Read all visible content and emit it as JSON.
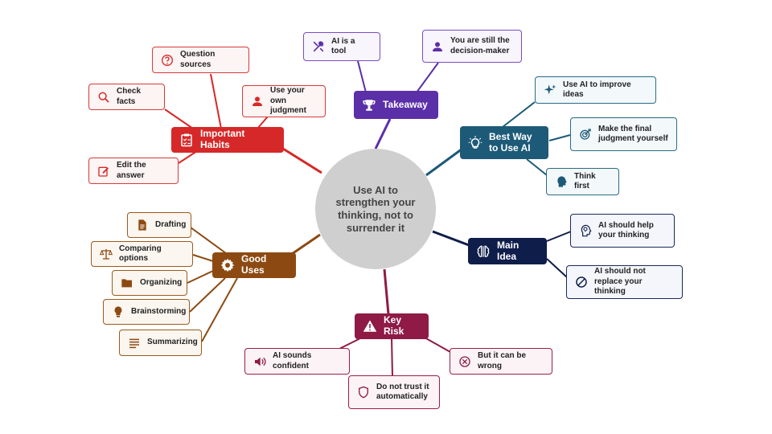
{
  "central_topic": "Use AI to strengthen your thinking, not to surrender it",
  "colors": {
    "takeaway": "#5b2fa8",
    "best_way": "#1d5a78",
    "main_idea": "#0f1d4a",
    "key_risk": "#8e1a45",
    "good_uses": "#8c4a12",
    "important_habits": "#d62828",
    "center": "#cfcfcf"
  },
  "branches": {
    "takeaway": {
      "label": "Takeaway",
      "icon": "trophy-icon",
      "items": [
        {
          "label": "AI is a tool",
          "icon": "tools-icon"
        },
        {
          "label": "You are still the decision-maker",
          "icon": "user-icon"
        }
      ]
    },
    "best_way": {
      "label": "Best Way to Use AI",
      "icon": "lightbulb-icon",
      "items": [
        {
          "label": "Use AI to improve ideas",
          "icon": "sparkle-icon"
        },
        {
          "label": "Make the final judgment yourself",
          "icon": "target-icon"
        },
        {
          "label": "Think first",
          "icon": "head-icon"
        }
      ]
    },
    "main_idea": {
      "label": "Main Idea",
      "icon": "brain-icon",
      "items": [
        {
          "label": "AI should help your thinking",
          "icon": "head-bulb-icon"
        },
        {
          "label": "AI should not replace your thinking",
          "icon": "ban-icon"
        }
      ]
    },
    "key_risk": {
      "label": "Key Risk",
      "icon": "warning-icon",
      "items": [
        {
          "label": "AI sounds confident",
          "icon": "speaker-icon"
        },
        {
          "label": "Do not trust it automatically",
          "icon": "shield-icon"
        },
        {
          "label": "But it can be wrong",
          "icon": "x-circle-icon"
        }
      ]
    },
    "good_uses": {
      "label": "Good Uses",
      "icon": "gear-icon",
      "items": [
        {
          "label": "Drafting",
          "icon": "document-icon"
        },
        {
          "label": "Comparing options",
          "icon": "scale-icon"
        },
        {
          "label": "Organizing",
          "icon": "folder-icon"
        },
        {
          "label": "Brainstorming",
          "icon": "bulb-icon"
        },
        {
          "label": "Summarizing",
          "icon": "lines-icon"
        }
      ]
    },
    "important_habits": {
      "label": "Important Habits",
      "icon": "clipboard-icon",
      "items": [
        {
          "label": "Question sources",
          "icon": "question-icon"
        },
        {
          "label": "Check facts",
          "icon": "search-icon"
        },
        {
          "label": "Use your own judgment",
          "icon": "user-icon"
        },
        {
          "label": "Edit the answer",
          "icon": "edit-icon"
        }
      ]
    }
  }
}
